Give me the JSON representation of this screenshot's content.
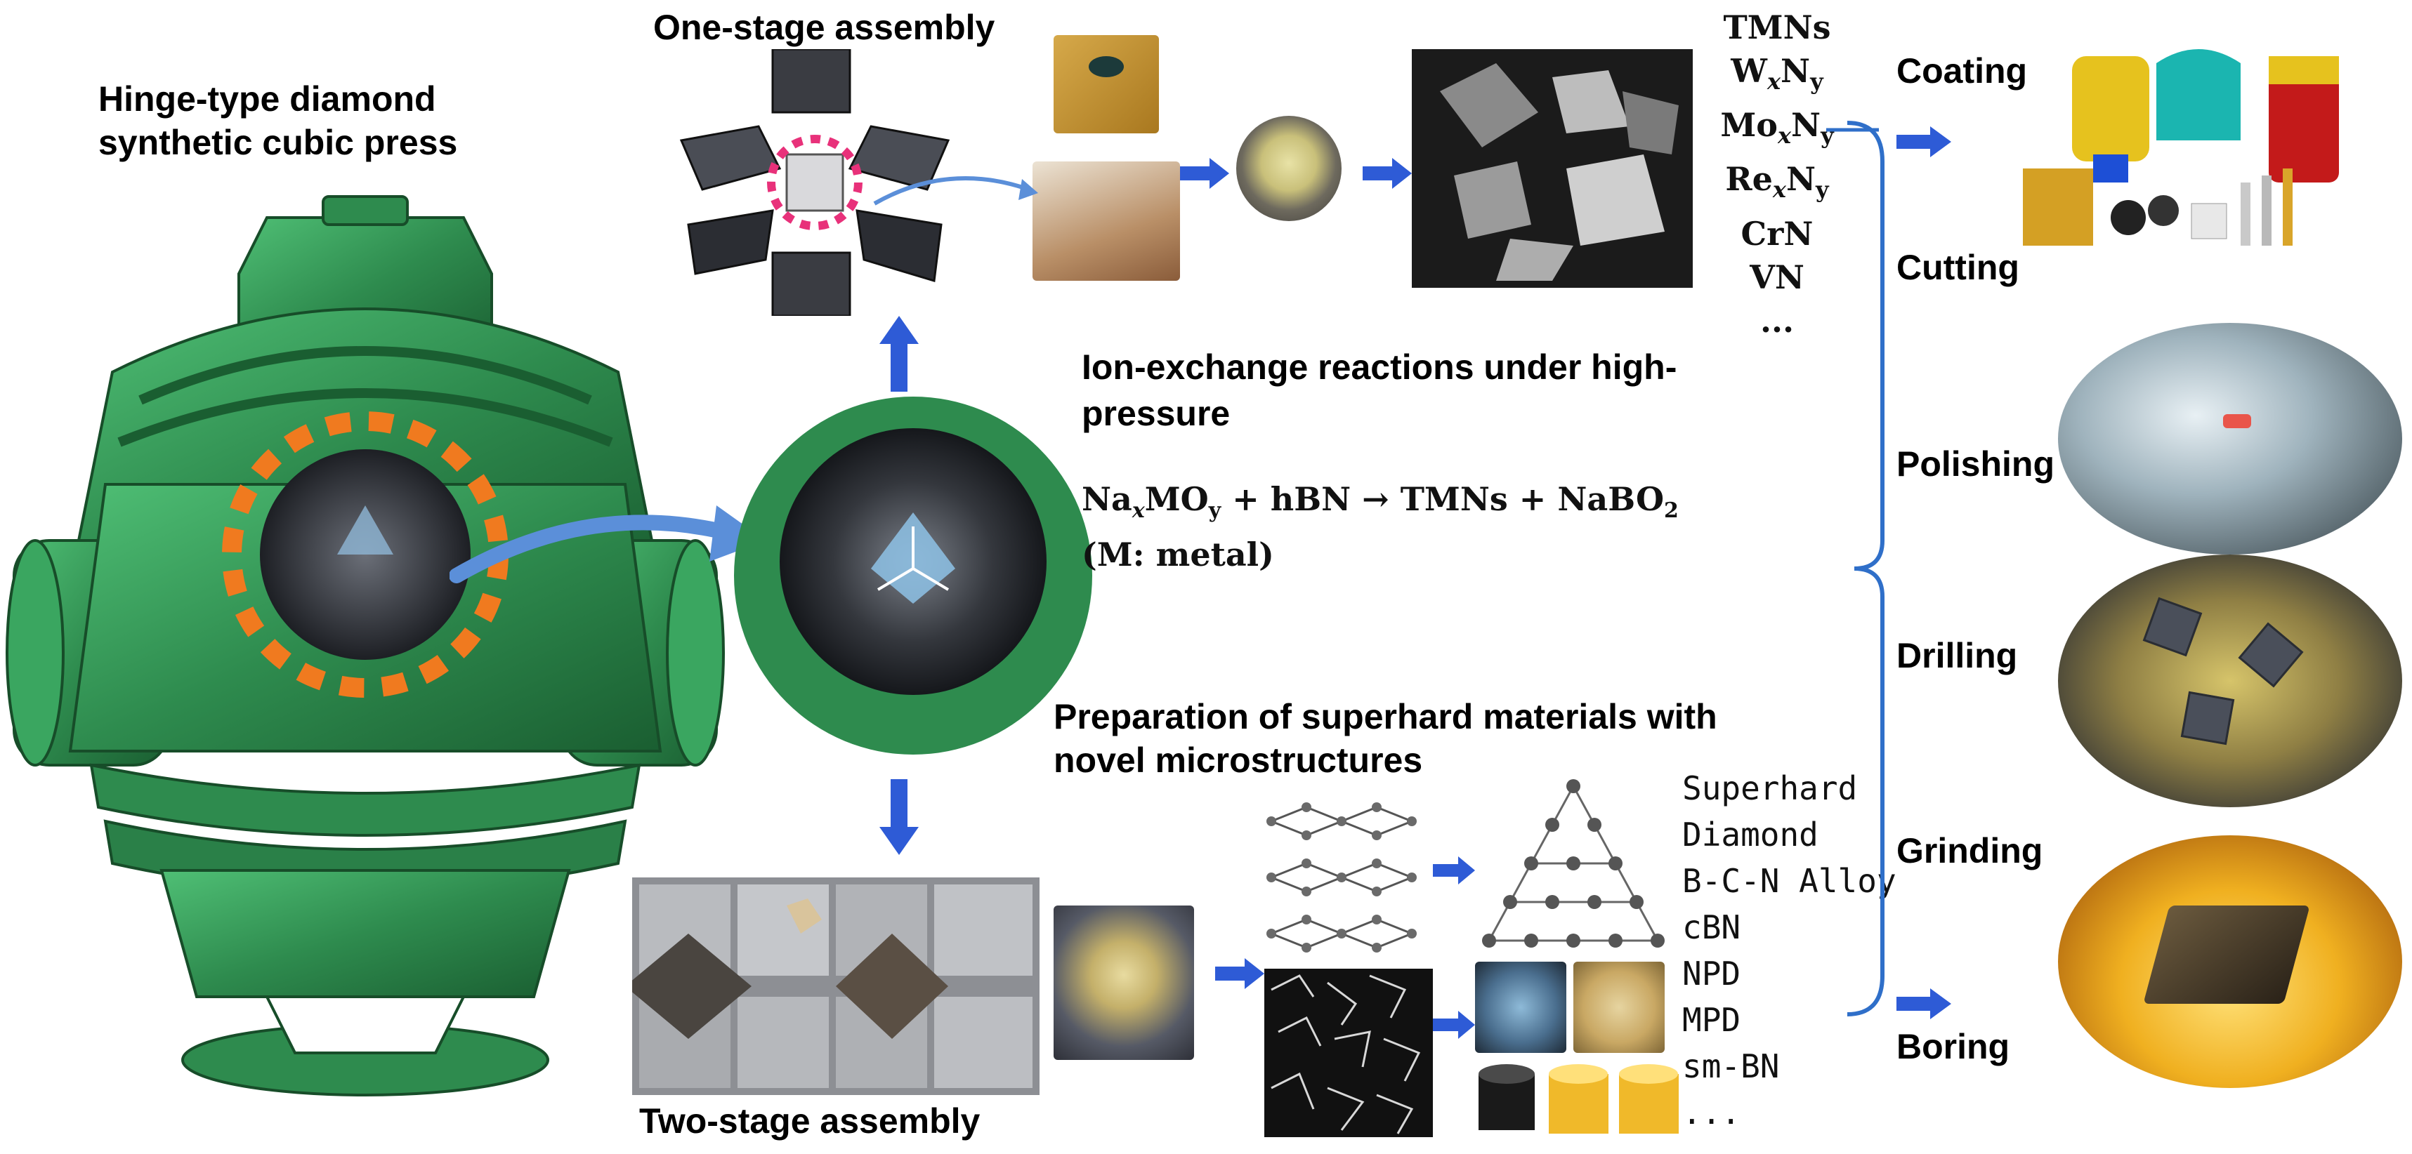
{
  "press": {
    "title_line1": "Hinge-type diamond",
    "title_line2": "synthetic cubic press"
  },
  "one_stage": {
    "title": "One-stage assembly"
  },
  "two_stage": {
    "title": "Two-stage assembly"
  },
  "ion_exchange": {
    "title_line1": "Ion-exchange reactions under high-",
    "title_line2": "pressure",
    "equation_html": "Na<sub>x</sub>MO<sub>y</sub> + hBN → TMNs + NaBO<sub>2</sub>",
    "equation_note": "(M: metal)"
  },
  "superhard": {
    "title_line1": "Preparation of superhard materials with",
    "title_line2": "novel microstructures"
  },
  "tmns_list": [
    "TMNs",
    "WxNy",
    "MoxNy",
    "RexNy",
    "CrN",
    "VN",
    "..."
  ],
  "superhard_list": [
    "Superhard",
    "Diamond",
    "B-C-N Alloy",
    "cBN",
    "NPD",
    "MPD",
    "sm-BN",
    "..."
  ],
  "applications": [
    "Coating",
    "Cutting",
    "Polishing",
    "Drilling",
    "Grinding",
    "Boring"
  ],
  "colors": {
    "press_green": "#2e8b4e",
    "press_dark": "#1f6b38",
    "arrow_blue": "#2e5bd6",
    "dash_orange": "#f07a1f",
    "dash_pink": "#e8317a",
    "brace_blue": "#2f6fc9"
  }
}
